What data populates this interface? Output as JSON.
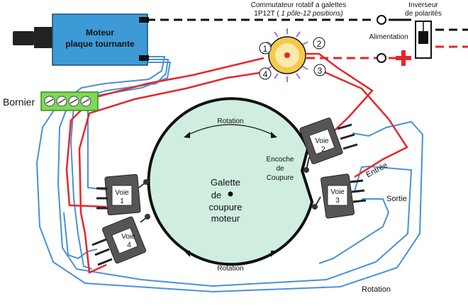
{
  "motor": {
    "line1": "Moteur",
    "line2": "plaque tournante"
  },
  "switch": {
    "line1": "Commutateur rotatif a galettes",
    "line2_main": "1P12T (",
    "line2_italic": " 1 pôle-12 positions)"
  },
  "inverter": {
    "line1": "Inverseur",
    "line2": "de polarités"
  },
  "power": {
    "label": "Alimentation"
  },
  "terminal": {
    "label": "Bornier"
  },
  "positions": [
    "1",
    "2",
    "3",
    "4"
  ],
  "disc": {
    "line1": "Galette",
    "line2": "de",
    "line3": "coupure",
    "line4": "moteur",
    "rotation_top": "Rotation",
    "rotation_bottom": "Rotation"
  },
  "notch": {
    "line1": "Encoche",
    "line2": "de",
    "line3": "Coupure"
  },
  "switches": {
    "voie1": {
      "line1": "Voie",
      "line2": "1"
    },
    "voie2": {
      "line1": "Voie",
      "line2": "2"
    },
    "voie3": {
      "line1": "Voie",
      "line2": "3"
    },
    "voie4": {
      "line1": "Voie",
      "line2": "4"
    }
  },
  "entree": "Entrée",
  "sortie": "Sortie",
  "rotation_bottom_label": "Rotation",
  "colors": {
    "red": "#e8262b",
    "blue": "#4a90d9",
    "motor_fill": "#3d9ad6",
    "disc_fill": "#cfeee0",
    "terminal_fill": "#7ed957",
    "switch_fill": "#f5c94a"
  }
}
